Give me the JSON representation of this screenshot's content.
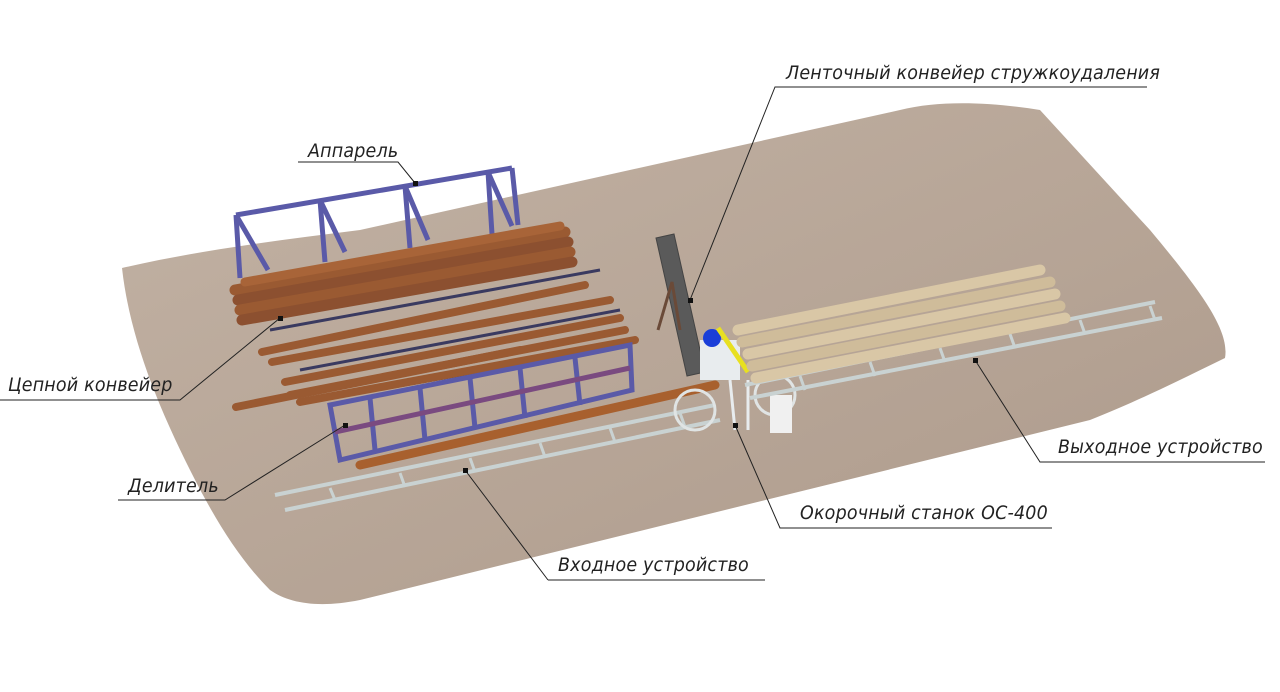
{
  "labels": {
    "chip_conveyor": "Ленточный конвейер стружкоудаления",
    "ramp": "Аппарель",
    "chain_conveyor": "Цепной конвейер",
    "divider": "Делитель",
    "input_device": "Входное устройство",
    "debarker": "Окорочный станок ОС-400",
    "output_device": "Выходное устройство"
  },
  "colors": {
    "ground": "#b7a596",
    "frame": "#5a5aa8",
    "raw_log": "#9a5a32",
    "peeled_log": "#d9c7a6",
    "rail": "#c9d2d2",
    "machine_conveyor": "#5a5a5a"
  }
}
